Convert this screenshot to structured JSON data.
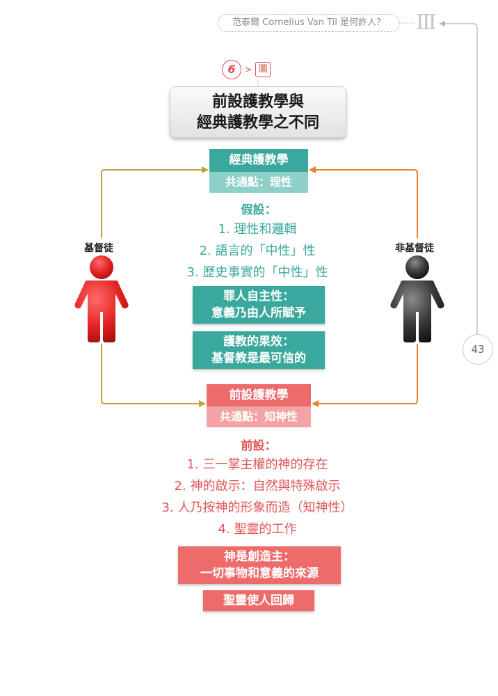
{
  "header": {
    "running_title": "范泰爾 Cornelius Van Til 是何許人？",
    "chapter_numeral": "III",
    "page_number": "43"
  },
  "figure": {
    "number": "6",
    "word": "圖",
    "title_line1": "前設護教學與",
    "title_line2": "經典護教學之不同"
  },
  "people": {
    "left_label": "基督徒",
    "right_label": "非基督徒"
  },
  "classical": {
    "heading": "經典護教學",
    "common_ground": "共通點：理性",
    "assumptions_label": "假設：",
    "assumptions": [
      "1. 理性和邏輯",
      "2. 語言的「中性」性",
      "3. 歷史事實的「中性」性"
    ],
    "box1_line1": "罪人自主性：",
    "box1_line2": "意義乃由人所賦予",
    "box2_line1": "護教的果效：",
    "box2_line2": "基督教是最可信的"
  },
  "presuppositional": {
    "heading": "前設護教學",
    "common_ground": "共通點：知神性",
    "assumptions_label": "前設：",
    "assumptions": [
      "1. 三一掌主權的神的存在",
      "2. 神的啟示：自然與特殊啟示",
      "3. 人乃按神的形象而造（知神性）",
      "4. 聖靈的工作"
    ],
    "box1_line1": "神是創造主：",
    "box1_line2": "一切事物和意義的來源",
    "box2": "聖靈使人回歸"
  },
  "colors": {
    "teal": "#3aa89c",
    "teal_light": "#8ed0c7",
    "red": "#ee6b6b",
    "red_light": "#f3a3a3",
    "christian_figure": "#e32222",
    "non_christian_figure": "#333333",
    "arrow_left": "#c2a03a",
    "arrow_right": "#e8822a"
  }
}
